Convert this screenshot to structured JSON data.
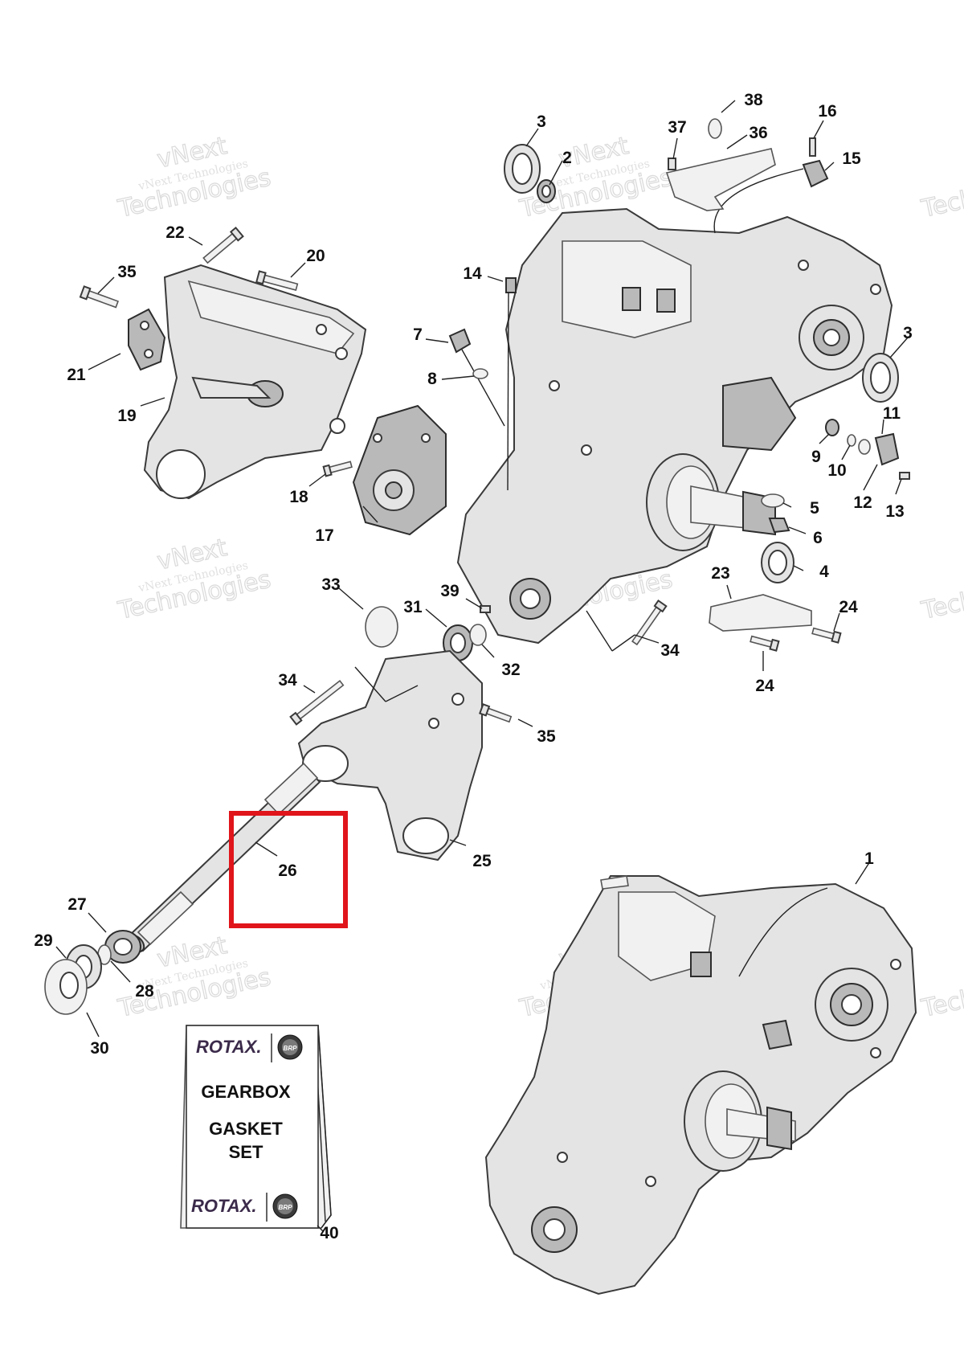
{
  "diagram": {
    "callouts": [
      "1",
      "2",
      "3",
      "3",
      "4",
      "5",
      "6",
      "7",
      "8",
      "9",
      "10",
      "11",
      "12",
      "13",
      "14",
      "15",
      "16",
      "17",
      "18",
      "19",
      "20",
      "21",
      "22",
      "23",
      "24",
      "24",
      "25",
      "26",
      "27",
      "28",
      "29",
      "30",
      "31",
      "32",
      "33",
      "34",
      "34",
      "35",
      "35",
      "36",
      "37",
      "38",
      "39",
      "40"
    ],
    "highlight_label": "26",
    "highlight_color": "#e0151b",
    "kit": {
      "brand_top": "ROTAX.",
      "badge_top": "BRP",
      "line1": "GEARBOX",
      "line2": "GASKET",
      "line3": "SET",
      "brand_bottom": "ROTAX.",
      "badge_bottom": "BRP"
    },
    "watermark": {
      "line1": "vNext Technologies",
      "line2": "Technologies",
      "line3": "vNext"
    }
  }
}
